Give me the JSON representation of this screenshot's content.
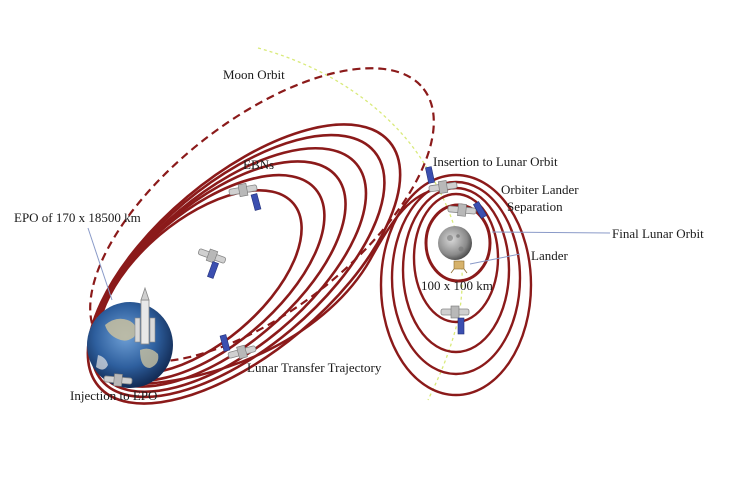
{
  "labels": {
    "moon_orbit": "Moon Orbit",
    "ebns": "EBNs",
    "epo": "EPO of 170 x 18500 km",
    "injection": "Injection to EPO",
    "lunar_transfer": "Lunar Transfer Trajectory",
    "insertion": "Insertion to Lunar Orbit",
    "separation_line1": "Orbiter Lander",
    "separation_line2": "Separation",
    "final_orbit": "Final Lunar Orbit",
    "lander": "Lander",
    "circular_orbit": "100 x 100 km"
  },
  "colors": {
    "orbit": "#8b1a1a",
    "moon_path": "#d9ea7a",
    "leader": "#8a9ac8",
    "earth": "#2e5f9e",
    "moon": "#555555",
    "solar_panel": "#3b4fb0"
  },
  "icons": {
    "earth": "earth-globe-icon",
    "moon": "moon-icon",
    "spacecraft": "spacecraft-icon",
    "rocket": "launch-vehicle-icon"
  }
}
